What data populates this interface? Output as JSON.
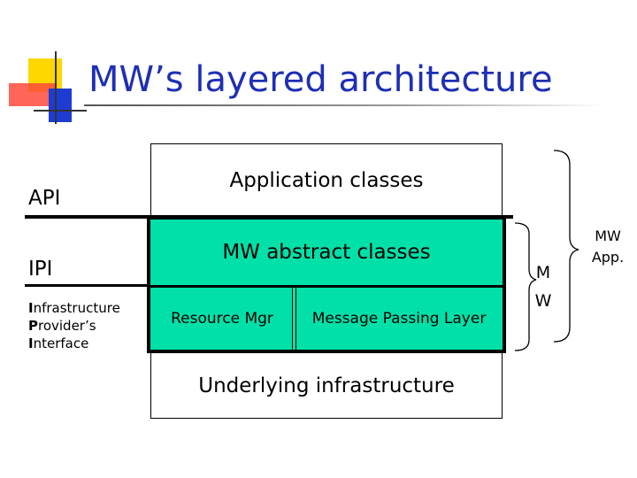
{
  "slide": {
    "title": "MW’s layered architecture"
  },
  "layers": {
    "application": "Application classes",
    "mw_abstract": "MW abstract classes",
    "resource_mgr": "Resource Mgr",
    "message_passing": "Message Passing Layer",
    "underlying": "Underlying infrastructure"
  },
  "interfaces": {
    "api": "API",
    "ipi": "IPI",
    "ipi_expansion": [
      {
        "initial": "I",
        "rest": "nfrastructure"
      },
      {
        "initial": "P",
        "rest": "rovider’s"
      },
      {
        "initial": "I",
        "rest": "nterface"
      }
    ]
  },
  "brackets": {
    "mw_lines": [
      "M",
      "W"
    ],
    "mw_app_lines": [
      "MW",
      "App."
    ]
  },
  "colors": {
    "title": "#1e2fb4",
    "mw_box_fill": "#00e0a8",
    "logo_yellow": "#ffd700",
    "logo_red": "#ff4b3c",
    "logo_blue": "#1e3cd2"
  }
}
